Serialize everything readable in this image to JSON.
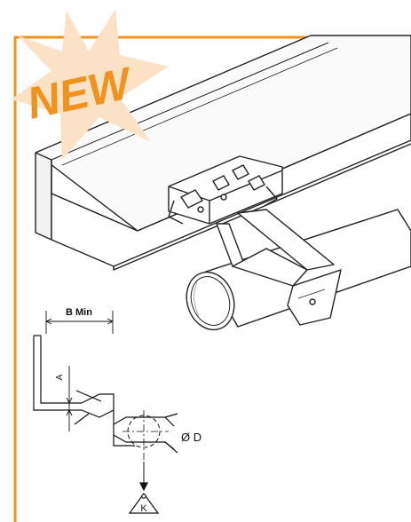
{
  "badge": {
    "text": "NEW",
    "star_color": "#fbe1c5",
    "text_color": "#f0921e"
  },
  "frame_color": "#f0921e",
  "dimensions": {
    "b_min": "B Min",
    "a": "A",
    "diameter": "Ø D",
    "load": "K"
  }
}
